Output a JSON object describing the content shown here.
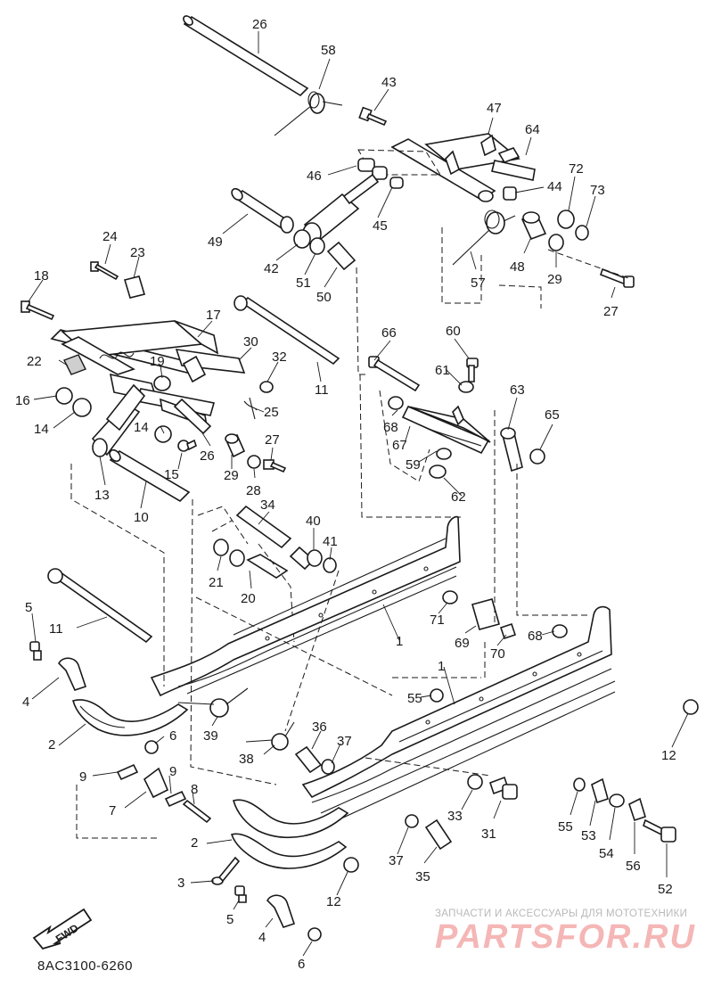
{
  "diagram_code": "8AC3100-6260",
  "fwd_label": "FWD",
  "watermark": {
    "tagline": "ЗАПЧАСТИ И АКСЕССУАРЫ ДЛЯ МОТОТЕХНИКИ",
    "brand": "PARTSFOR.RU"
  },
  "callouts": [
    "26",
    "58",
    "43",
    "47",
    "64",
    "46",
    "44",
    "72",
    "73",
    "49",
    "45",
    "42",
    "51",
    "48",
    "57",
    "50",
    "29",
    "27",
    "24",
    "23",
    "18",
    "17",
    "30",
    "32",
    "11",
    "60",
    "66",
    "61",
    "22",
    "19",
    "16",
    "25",
    "63",
    "65",
    "14",
    "68",
    "67",
    "59",
    "26",
    "27",
    "14",
    "15",
    "29",
    "28",
    "62",
    "13",
    "10",
    "34",
    "40",
    "41",
    "21",
    "20",
    "5",
    "11",
    "71",
    "69",
    "70",
    "68",
    "1",
    "4",
    "55",
    "1",
    "12",
    "2",
    "39",
    "6",
    "36",
    "37",
    "38",
    "9",
    "9",
    "7",
    "8",
    "33",
    "31",
    "55",
    "53",
    "54",
    "56",
    "52",
    "2",
    "37",
    "35",
    "3",
    "12",
    "5",
    "4",
    "6"
  ],
  "icons": {
    "fwd": "fwd-arrow-icon",
    "logo": "partsfor-logo-icon"
  }
}
